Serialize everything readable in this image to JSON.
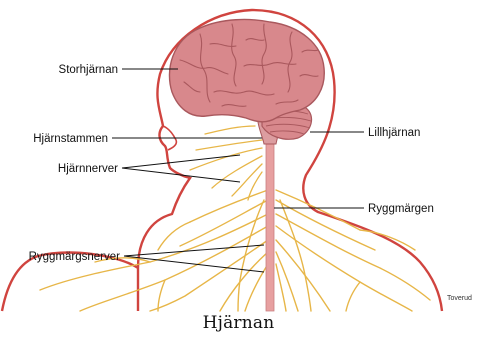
{
  "diagram": {
    "labels": {
      "cerebrum": "Storhjärnan",
      "brainstem": "Hjärnstammen",
      "cranial_nerves": "Hjärnnerver",
      "cerebellum": "Lillhjärnan",
      "spinal_cord": "Ryggmärgen",
      "spinal_nerves": "Ryggmärgsnerver"
    },
    "credit": "Toverud",
    "colors": {
      "outline": "#d0443f",
      "brain": "#d8888c",
      "brain_fold": "#a9585d",
      "nerve": "#e7b648",
      "cord": "#e7a0a0",
      "leader_line": "#111111"
    }
  },
  "caption": "Hjärnan"
}
